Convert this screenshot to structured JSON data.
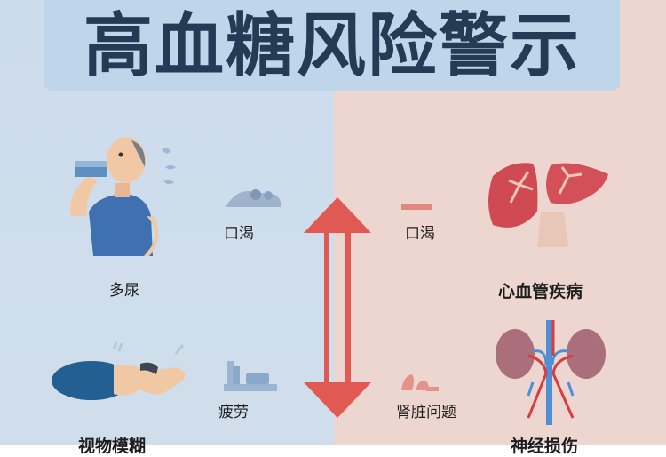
{
  "title": "高血糖风险警示",
  "colors": {
    "left_bg": "#cddced",
    "right_bg": "#ecd6cf",
    "title_box": "#bed5ea",
    "title_text": "#243a55",
    "arrow": "#e05a53"
  },
  "left": {
    "items": [
      {
        "icon": "man-drinking-water-icon",
        "label": "多尿"
      },
      {
        "icon": "thirst-icon",
        "label": "口渴"
      },
      {
        "icon": "tired-man-icon",
        "label": "视物模糊"
      },
      {
        "icon": "medicine-icon",
        "label": "疲劳"
      }
    ]
  },
  "right": {
    "items": [
      {
        "icon": "dash-icon",
        "label": "口渴"
      },
      {
        "icon": "liver-icon",
        "label": "心血管疾病"
      },
      {
        "icon": "kidney-small-icon",
        "label": "肾脏问题"
      },
      {
        "icon": "kidney-icon",
        "label": "神经损伤"
      }
    ]
  },
  "center": {
    "icon": "double-arrow-icon"
  }
}
